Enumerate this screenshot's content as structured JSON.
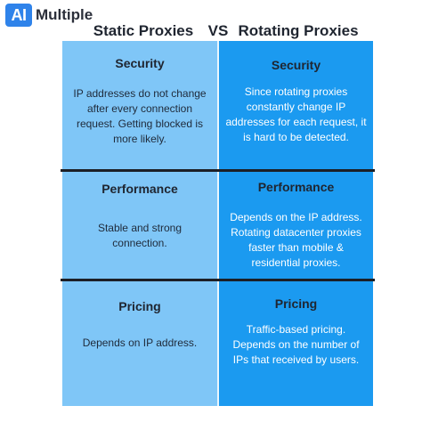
{
  "logo": {
    "badge": "AI",
    "text": "Multiple"
  },
  "header": {
    "left": "Static Proxies",
    "vs": "VS",
    "right": "Rotating Proxies"
  },
  "colors": {
    "static_column": "#7fc6f7",
    "rotating_column": "#1b9af0",
    "logo_badge": "#2f83ea",
    "divider": "#1c1f26"
  },
  "rows": [
    {
      "static": {
        "title": "Security",
        "body": "IP addresses do not change after every connection request. Getting blocked is more likely."
      },
      "rotating": {
        "title": "Security",
        "body": "Since rotating proxies constantly change IP addresses for each request, it is hard to be detected."
      }
    },
    {
      "static": {
        "title": "Performance",
        "body": "Stable and strong connection."
      },
      "rotating": {
        "title": "Performance",
        "body": "Depends on the IP address. Rotating datacenter proxies faster than mobile & residential proxies."
      }
    },
    {
      "static": {
        "title": "Pricing",
        "body": "Depends on IP address."
      },
      "rotating": {
        "title": "Pricing",
        "body": "Traffic-based pricing. Depends on the number of IPs that received by users."
      }
    }
  ]
}
